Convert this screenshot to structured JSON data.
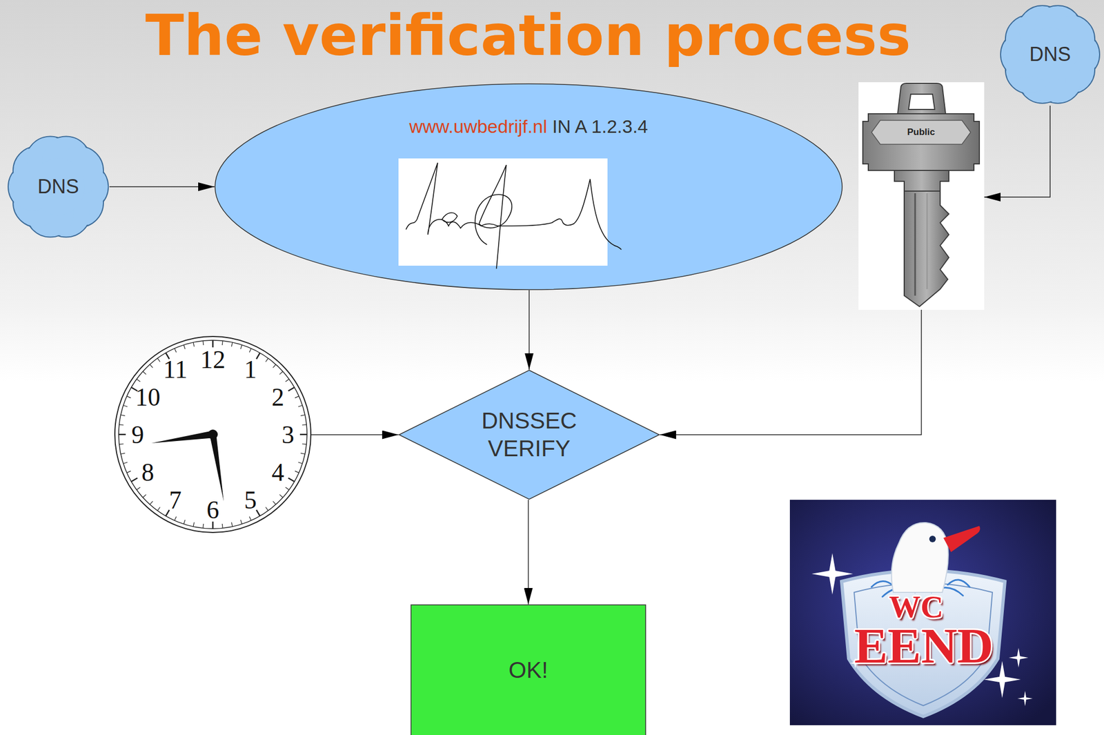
{
  "diagram": {
    "title": "The verification process",
    "nodes": [
      {
        "text": [
          "DNS"
        ]
      },
      {
        "text": [
          "www.uwbedrijf.nl",
          "IN A 1.2.3.4"
        ]
      },
      {
        "text": [
          "DNS"
        ]
      },
      {
        "text": [
          "Public"
        ]
      },
      {
        "text": [
          "12",
          "1",
          "2",
          "3",
          "4",
          "5",
          "6",
          "7",
          "8",
          "9",
          "10",
          "11"
        ]
      },
      {
        "text": [
          "DNSSEC VERIFY"
        ]
      },
      {
        "text": [
          "OK!"
        ]
      },
      {
        "text": [
          "WC",
          "EEND"
        ]
      }
    ],
    "edges": [
      {
        "from": 0,
        "to": 1,
        "arrow": "to"
      },
      {
        "from": 2,
        "to": 3,
        "arrow": "to"
      },
      {
        "from": 1,
        "to": 5,
        "arrow": "to"
      },
      {
        "from": 4,
        "to": 5,
        "arrow": "to"
      },
      {
        "from": 3,
        "to": 5,
        "arrow": "to"
      },
      {
        "from": 5,
        "to": 6,
        "arrow": "to"
      }
    ]
  }
}
